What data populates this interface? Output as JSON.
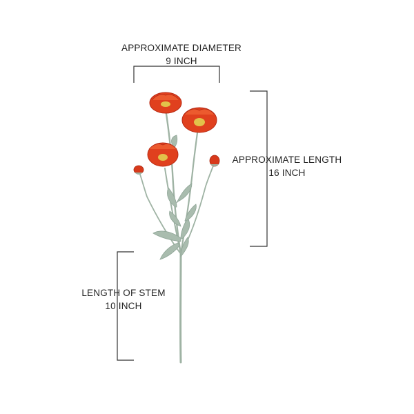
{
  "dimensions": {
    "diameter": {
      "title": "APPROXIMATE DIAMETER",
      "value": "9 INCH"
    },
    "length": {
      "title": "APPROXIMATE LENGTH",
      "value": "16 INCH"
    },
    "stem": {
      "title": "LENGTH OF STEM",
      "value": "10 INCH"
    }
  },
  "colors": {
    "petal": "#e0401e",
    "petal_dark": "#b82a14",
    "center": "#e2c24a",
    "stem": "#9fb3a4",
    "leaf": "#a9bcae",
    "bracket": "#333333"
  }
}
